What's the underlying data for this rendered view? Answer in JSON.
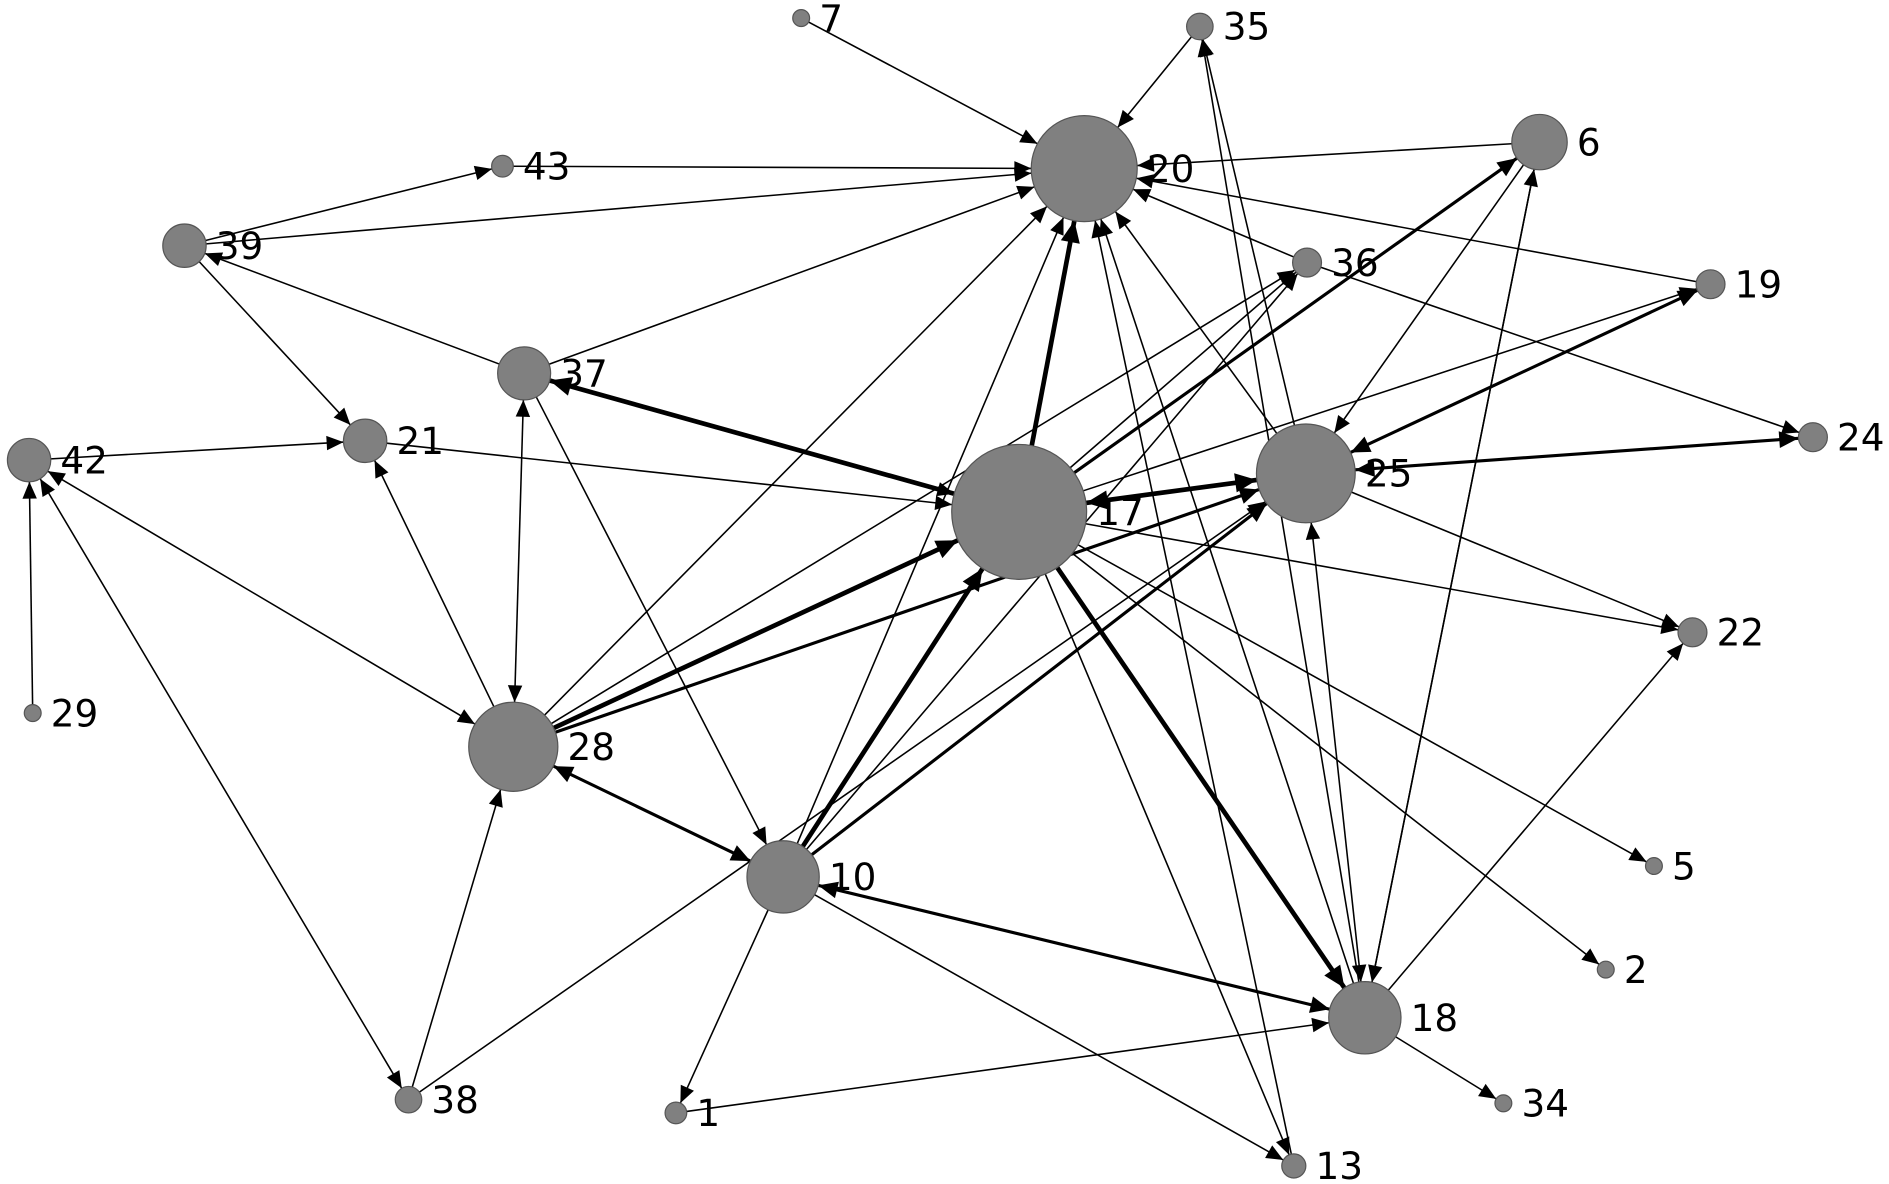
{
  "title": "Directed network graph",
  "colors": {
    "node": "#808080",
    "edge": "#000000",
    "background": "#ffffff"
  },
  "nodes": [
    {
      "id": "7",
      "label": "7"
    },
    {
      "id": "35",
      "label": "35"
    },
    {
      "id": "20",
      "label": "20"
    },
    {
      "id": "6",
      "label": "6"
    },
    {
      "id": "43",
      "label": "43"
    },
    {
      "id": "39",
      "label": "39"
    },
    {
      "id": "36",
      "label": "36"
    },
    {
      "id": "19",
      "label": "19"
    },
    {
      "id": "37",
      "label": "37"
    },
    {
      "id": "21",
      "label": "21"
    },
    {
      "id": "42",
      "label": "42"
    },
    {
      "id": "17",
      "label": "17"
    },
    {
      "id": "25",
      "label": "25"
    },
    {
      "id": "24",
      "label": "24"
    },
    {
      "id": "22",
      "label": "22"
    },
    {
      "id": "29",
      "label": "29"
    },
    {
      "id": "28",
      "label": "28"
    },
    {
      "id": "10",
      "label": "10"
    },
    {
      "id": "5",
      "label": "5"
    },
    {
      "id": "2",
      "label": "2"
    },
    {
      "id": "18",
      "label": "18"
    },
    {
      "id": "38",
      "label": "38"
    },
    {
      "id": "1",
      "label": "1"
    },
    {
      "id": "34",
      "label": "34"
    },
    {
      "id": "13",
      "label": "13"
    }
  ],
  "edges": [
    {
      "s": "7",
      "t": "20",
      "w": 1
    },
    {
      "s": "35",
      "t": "20",
      "w": 1
    },
    {
      "s": "43",
      "t": "20",
      "w": 1
    },
    {
      "s": "39",
      "t": "43",
      "w": 1
    },
    {
      "s": "39",
      "t": "20",
      "w": 1
    },
    {
      "s": "6",
      "t": "20",
      "w": 1
    },
    {
      "s": "19",
      "t": "20",
      "w": 1
    },
    {
      "s": "36",
      "t": "20",
      "w": 1
    },
    {
      "s": "36",
      "t": "24",
      "w": 1
    },
    {
      "s": "37",
      "t": "20",
      "w": 1
    },
    {
      "s": "37",
      "t": "39",
      "w": 1
    },
    {
      "s": "39",
      "t": "21",
      "w": 1
    },
    {
      "s": "42",
      "t": "21",
      "w": 1
    },
    {
      "s": "29",
      "t": "42",
      "w": 1
    },
    {
      "s": "28",
      "t": "42",
      "w": 1,
      "both": true
    },
    {
      "s": "38",
      "t": "42",
      "w": 1,
      "both": true
    },
    {
      "s": "28",
      "t": "21",
      "w": 1
    },
    {
      "s": "28",
      "t": "37",
      "w": 1,
      "both": true
    },
    {
      "s": "17",
      "t": "37",
      "w": 3
    },
    {
      "s": "37",
      "t": "17",
      "w": 1
    },
    {
      "s": "37",
      "t": "10",
      "w": 1
    },
    {
      "s": "21",
      "t": "17",
      "w": 1
    },
    {
      "s": "28",
      "t": "17",
      "w": 3
    },
    {
      "s": "28",
      "t": "25",
      "w": 2
    },
    {
      "s": "28",
      "t": "36",
      "w": 1
    },
    {
      "s": "28",
      "t": "20",
      "w": 1
    },
    {
      "s": "38",
      "t": "28",
      "w": 1
    },
    {
      "s": "38",
      "t": "25",
      "w": 1
    },
    {
      "s": "17",
      "t": "20",
      "w": 3
    },
    {
      "s": "17",
      "t": "25",
      "w": 3,
      "both": true
    },
    {
      "s": "17",
      "t": "6",
      "w": 2
    },
    {
      "s": "17",
      "t": "19",
      "w": 1
    },
    {
      "s": "17",
      "t": "36",
      "w": 1
    },
    {
      "s": "25",
      "t": "19",
      "w": 2,
      "both": true
    },
    {
      "s": "25",
      "t": "24",
      "w": 2,
      "both": true
    },
    {
      "s": "25",
      "t": "22",
      "w": 1
    },
    {
      "s": "17",
      "t": "22",
      "w": 1
    },
    {
      "s": "25",
      "t": "20",
      "w": 1
    },
    {
      "s": "25",
      "t": "35",
      "w": 1
    },
    {
      "s": "6",
      "t": "25",
      "w": 1
    },
    {
      "s": "10",
      "t": "28",
      "w": 2,
      "both": true
    },
    {
      "s": "10",
      "t": "17",
      "w": 3
    },
    {
      "s": "10",
      "t": "25",
      "w": 2
    },
    {
      "s": "10",
      "t": "20",
      "w": 1
    },
    {
      "s": "10",
      "t": "36",
      "w": 1
    },
    {
      "s": "10",
      "t": "18",
      "w": 2,
      "both": true
    },
    {
      "s": "10",
      "t": "1",
      "w": 1
    },
    {
      "s": "10",
      "t": "13",
      "w": 1
    },
    {
      "s": "1",
      "t": "18",
      "w": 1
    },
    {
      "s": "17",
      "t": "18",
      "w": 3
    },
    {
      "s": "17",
      "t": "5",
      "w": 1
    },
    {
      "s": "17",
      "t": "2",
      "w": 1
    },
    {
      "s": "17",
      "t": "13",
      "w": 1
    },
    {
      "s": "18",
      "t": "34",
      "w": 1
    },
    {
      "s": "18",
      "t": "22",
      "w": 1
    },
    {
      "s": "18",
      "t": "20",
      "w": 1
    },
    {
      "s": "18",
      "t": "25",
      "w": 1,
      "both": true
    },
    {
      "s": "18",
      "t": "6",
      "w": 1
    },
    {
      "s": "6",
      "t": "18",
      "w": 1
    },
    {
      "s": "18",
      "t": "35",
      "w": 1
    },
    {
      "s": "13",
      "t": "20",
      "w": 1
    }
  ]
}
